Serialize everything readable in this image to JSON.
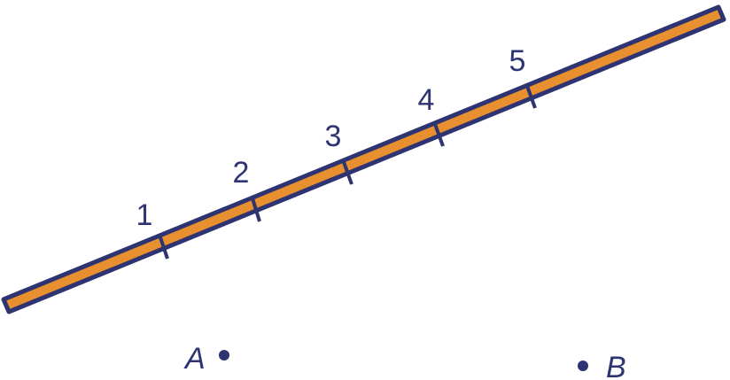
{
  "colors": {
    "ruler_fill": "#E8902F",
    "ink": "#2D3471",
    "background": "#FFFFFF"
  },
  "ruler": {
    "tick_labels": [
      "1",
      "2",
      "3",
      "4",
      "5"
    ]
  },
  "points": {
    "a": {
      "label": "A"
    },
    "b": {
      "label": "B"
    }
  }
}
